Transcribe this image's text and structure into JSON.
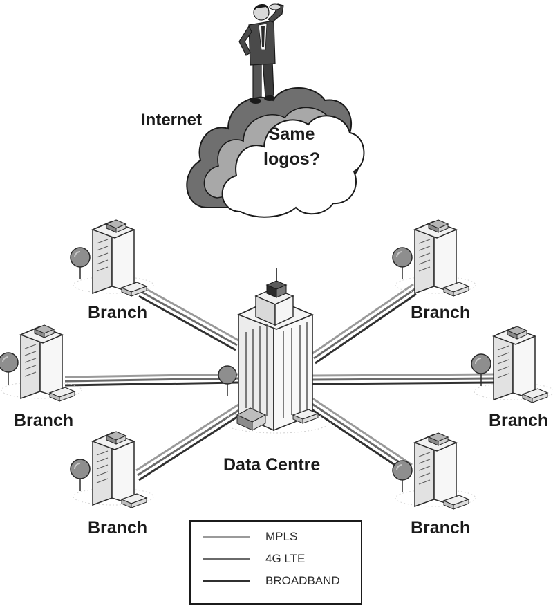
{
  "internet_label": "Internet",
  "cloud_bubble": {
    "line1": "Same",
    "line2": "logos?"
  },
  "data_centre_label": "Data Centre",
  "branches": [
    {
      "label": "Branch"
    },
    {
      "label": "Branch"
    },
    {
      "label": "Branch"
    },
    {
      "label": "Branch"
    },
    {
      "label": "Branch"
    },
    {
      "label": "Branch"
    }
  ],
  "legend": [
    {
      "label": "MPLS",
      "color": "#9a9a9a"
    },
    {
      "label": "4G LTE",
      "color": "#6a6a6a"
    },
    {
      "label": "BROADBAND",
      "color": "#303030"
    }
  ]
}
